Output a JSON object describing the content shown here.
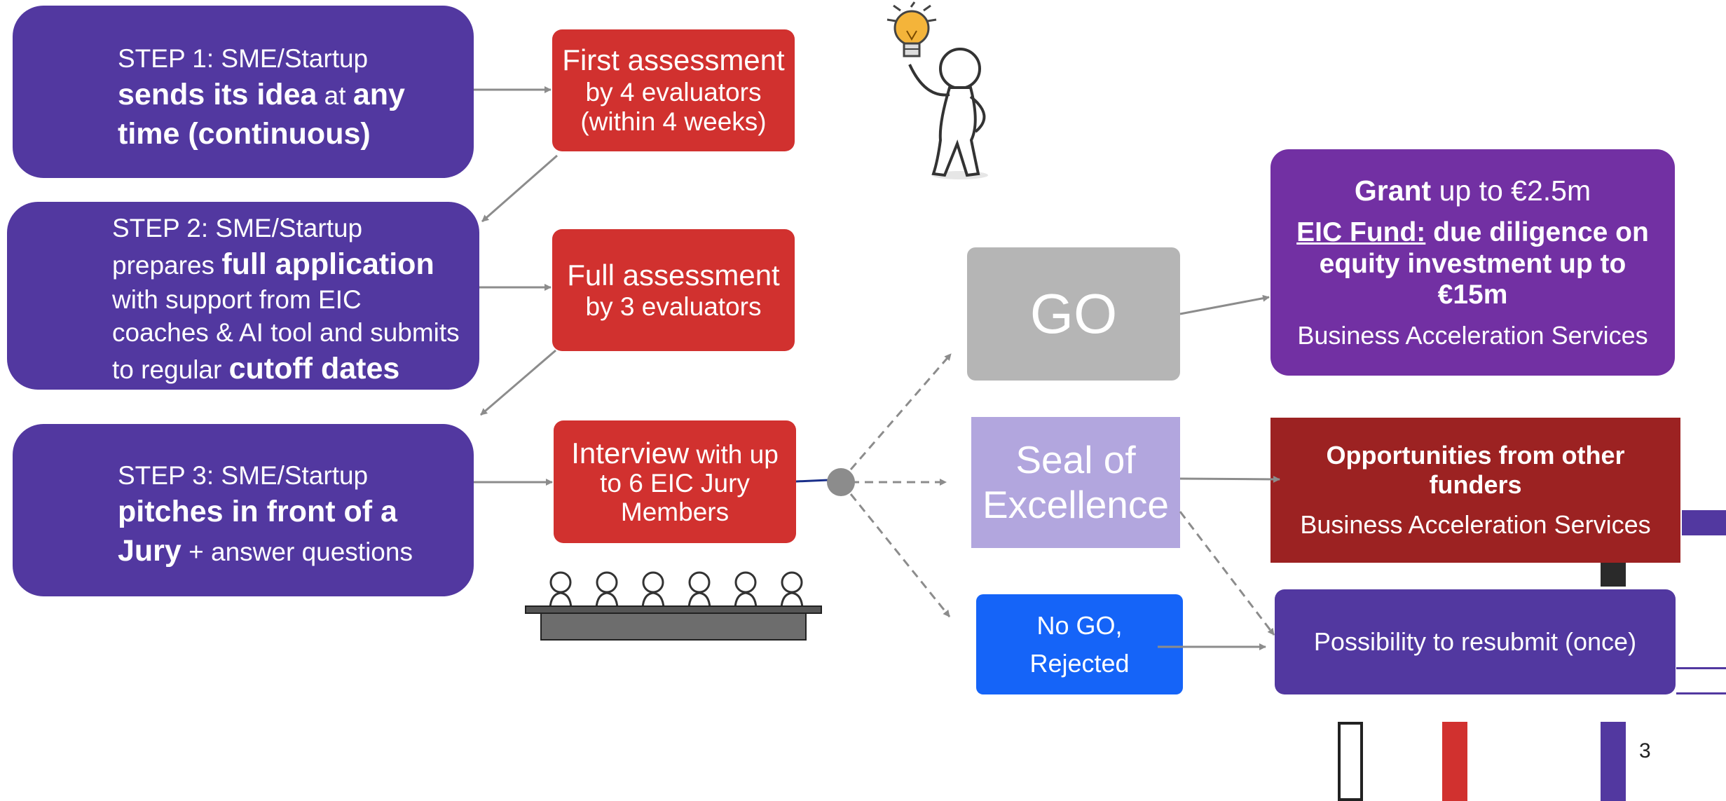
{
  "step1": {
    "line1": "STEP 1: SME/Startup",
    "b1": "sends its idea",
    "t1": " at ",
    "b2": "any",
    "b3": "time (continuous)"
  },
  "step2": {
    "line1": "STEP 2: SME/Startup",
    "t1": "prepares ",
    "b1": "full application",
    "line3": "with support from EIC",
    "line4": "coaches & AI tool and submits",
    "t2": "to regular ",
    "b2": "cutoff dates"
  },
  "step3": {
    "line1": "STEP 3: SME/Startup",
    "b1": "pitches in front of a",
    "b2": "Jury",
    "t1": " + answer questions"
  },
  "first_assessment": {
    "title": "First assessment",
    "line2": "by 4 evaluators",
    "line3": "(within 4 weeks)"
  },
  "full_assessment": {
    "title": "Full assessment",
    "line2": "by 3 evaluators"
  },
  "interview": {
    "title": "Interview",
    "t1": " with up",
    "line2": "to 6 EIC Jury",
    "line3": "Members"
  },
  "go": {
    "label": "GO"
  },
  "seal": {
    "line1": "Seal of",
    "line2": "Excellence"
  },
  "nogo": {
    "line1": "No GO,",
    "line2": "Rejected"
  },
  "grant": {
    "b1": "Grant",
    "t1": " up to €2.5m",
    "u1": "EIC Fund:",
    "b2": " due diligence on",
    "b3": "equity investment up to",
    "b4": "€15m",
    "line4": "Business Acceleration Services"
  },
  "opportunities": {
    "b1": "Opportunities from other",
    "b2": "funders",
    "line3": "Business Acceleration Services"
  },
  "resubmit": {
    "label": "Possibility to resubmit (once)"
  },
  "page_number": "3",
  "colors": {
    "purple": "#5238a0",
    "red": "#d1312f",
    "grey": "#b5b5b5",
    "lavender": "#b2a6de",
    "blue": "#1564f8",
    "violet": "#7230a3",
    "darkred": "#9c2222"
  }
}
